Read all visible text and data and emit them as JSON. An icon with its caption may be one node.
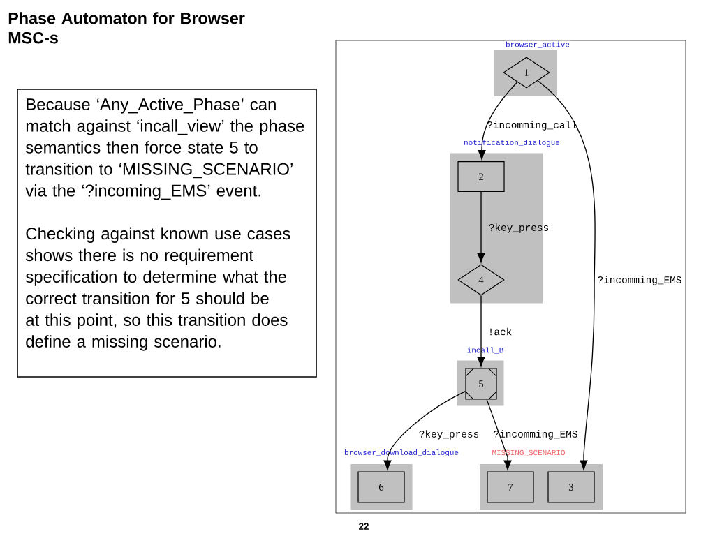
{
  "diagram": {
    "title": "Phase Automaton for Browser MSC-s",
    "nodes": [
      {
        "text": [
          "Because ‘Any_Active_Phase’ can match against ‘incall_view’ the phase semantics then force state 5 to transition to ‘MISSING_SCENARIO’ via the ‘?incoming_EMS’ event.",
          "Checking against known use cases shows there is no requirement specification to determine what the correct transition for 5 should be at this point, so this transition does define a missing scenario."
        ]
      },
      {
        "text": [
          "browser_active"
        ]
      },
      {
        "text": [
          "1"
        ],
        "in": 1
      },
      {
        "text": [
          "notification_dialogue"
        ]
      },
      {
        "text": [
          "2"
        ],
        "in": 3
      },
      {
        "text": [
          "4"
        ],
        "in": 3
      },
      {
        "text": [
          "incall_B"
        ]
      },
      {
        "text": [
          "5"
        ],
        "in": 6
      },
      {
        "text": [
          "browser_download_dialogue"
        ]
      },
      {
        "text": [
          "6"
        ],
        "in": 8
      },
      {
        "text": [
          "MISSING_SCENARIO"
        ]
      },
      {
        "text": [
          "7"
        ],
        "in": 10
      },
      {
        "text": [
          "3"
        ],
        "in": 10
      }
    ],
    "edges": [
      {
        "from": 2,
        "to": 4,
        "arrow": "to",
        "label": "?incomming_call"
      },
      {
        "from": 4,
        "to": 5,
        "arrow": "to",
        "label": "?key_press"
      },
      {
        "from": 2,
        "to": 12,
        "arrow": "to",
        "label": "?incomming_EMS"
      },
      {
        "from": 5,
        "to": 7,
        "arrow": "to",
        "label": "!ack"
      },
      {
        "from": 7,
        "to": 9,
        "arrow": "to",
        "label": "?key_press"
      },
      {
        "from": 7,
        "to": 11,
        "arrow": "to",
        "label": "?incomming_EMS"
      }
    ],
    "labels": [
      "22"
    ]
  }
}
